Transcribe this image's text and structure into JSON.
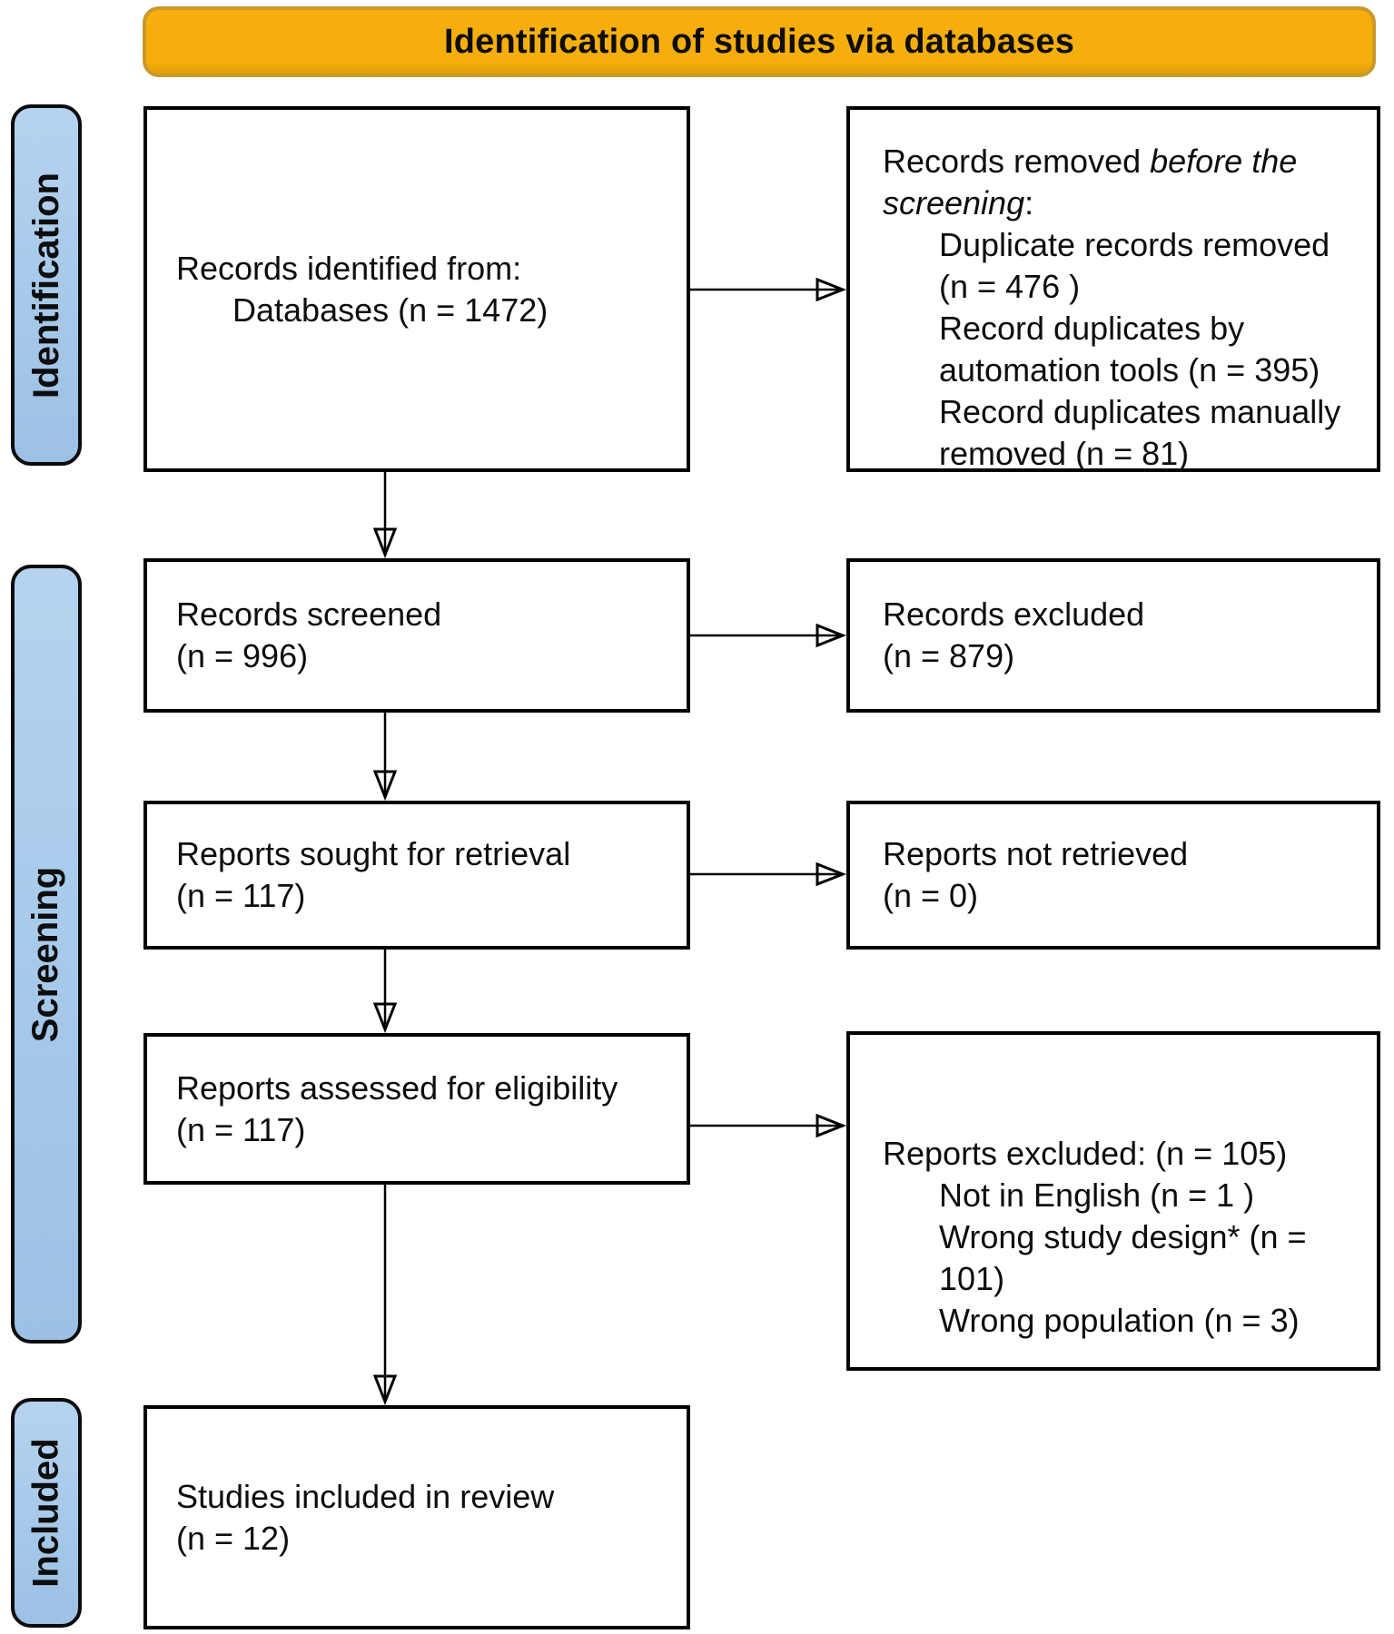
{
  "banner": {
    "title": "Identification of studies via databases"
  },
  "colors": {
    "banner_bg": "#F6AE0D",
    "banner_border": "#C9992B",
    "stage_bg": "#A6C9EA",
    "box_border": "#000000"
  },
  "stages": [
    {
      "id": "identification",
      "label": "Identification"
    },
    {
      "id": "screening",
      "label": "Screening"
    },
    {
      "id": "included",
      "label": "Included"
    }
  ],
  "boxes": {
    "records_identified": {
      "lines": [
        {
          "indent": 0,
          "runs": [
            {
              "text": "Records identified from:"
            }
          ]
        },
        {
          "indent": 1,
          "runs": [
            {
              "text": "Databases (n = 1472)"
            }
          ]
        }
      ]
    },
    "records_removed": {
      "lines": [
        {
          "indent": 0,
          "runs": [
            {
              "text": "Records removed "
            },
            {
              "text": "before the",
              "italic": true
            }
          ]
        },
        {
          "indent": 0,
          "runs": [
            {
              "text": "screening",
              "italic": true
            },
            {
              "text": ":"
            }
          ]
        },
        {
          "indent": 1,
          "runs": [
            {
              "text": "Duplicate records removed"
            }
          ]
        },
        {
          "indent": 1,
          "runs": [
            {
              "text": "(n = 476 )"
            }
          ]
        },
        {
          "indent": 1,
          "runs": [
            {
              "text": "Record duplicates by"
            }
          ]
        },
        {
          "indent": 1,
          "runs": [
            {
              "text": "automation tools (n = 395)"
            }
          ]
        },
        {
          "indent": 1,
          "runs": [
            {
              "text": "Record duplicates manually"
            }
          ]
        },
        {
          "indent": 1,
          "runs": [
            {
              "text": "removed (n = 81)"
            }
          ]
        }
      ]
    },
    "records_screened": {
      "lines": [
        {
          "indent": 0,
          "runs": [
            {
              "text": "Records screened"
            }
          ]
        },
        {
          "indent": 0,
          "runs": [
            {
              "text": "(n = 996)"
            }
          ]
        }
      ]
    },
    "records_excluded": {
      "lines": [
        {
          "indent": 0,
          "runs": [
            {
              "text": "Records excluded"
            }
          ]
        },
        {
          "indent": 0,
          "runs": [
            {
              "text": "(n = 879)"
            }
          ]
        }
      ]
    },
    "reports_sought": {
      "lines": [
        {
          "indent": 0,
          "runs": [
            {
              "text": "Reports sought for retrieval"
            }
          ]
        },
        {
          "indent": 0,
          "runs": [
            {
              "text": "(n = 117)"
            }
          ]
        }
      ]
    },
    "reports_not_retrieved": {
      "lines": [
        {
          "indent": 0,
          "runs": [
            {
              "text": "Reports not retrieved"
            }
          ]
        },
        {
          "indent": 0,
          "runs": [
            {
              "text": "(n = 0)"
            }
          ]
        }
      ]
    },
    "reports_assessed": {
      "lines": [
        {
          "indent": 0,
          "runs": [
            {
              "text": "Reports assessed for eligibility"
            }
          ]
        },
        {
          "indent": 0,
          "runs": [
            {
              "text": "(n = 117)"
            }
          ]
        }
      ]
    },
    "reports_excluded": {
      "lines": [
        {
          "indent": 0,
          "runs": [
            {
              "text": "Reports excluded: (n = 105)"
            }
          ]
        },
        {
          "indent": 1,
          "runs": [
            {
              "text": "Not in English (n = 1 )"
            }
          ]
        },
        {
          "indent": 1,
          "runs": [
            {
              "text": "Wrong study design* (n ="
            }
          ]
        },
        {
          "indent": 1,
          "runs": [
            {
              "text": "101)"
            }
          ]
        },
        {
          "indent": 1,
          "runs": [
            {
              "text": "Wrong population (n = 3)"
            }
          ]
        }
      ]
    },
    "studies_included": {
      "lines": [
        {
          "indent": 0,
          "runs": [
            {
              "text": "Studies included in review"
            }
          ]
        },
        {
          "indent": 0,
          "runs": [
            {
              "text": "(n = 12)"
            }
          ]
        }
      ]
    }
  }
}
